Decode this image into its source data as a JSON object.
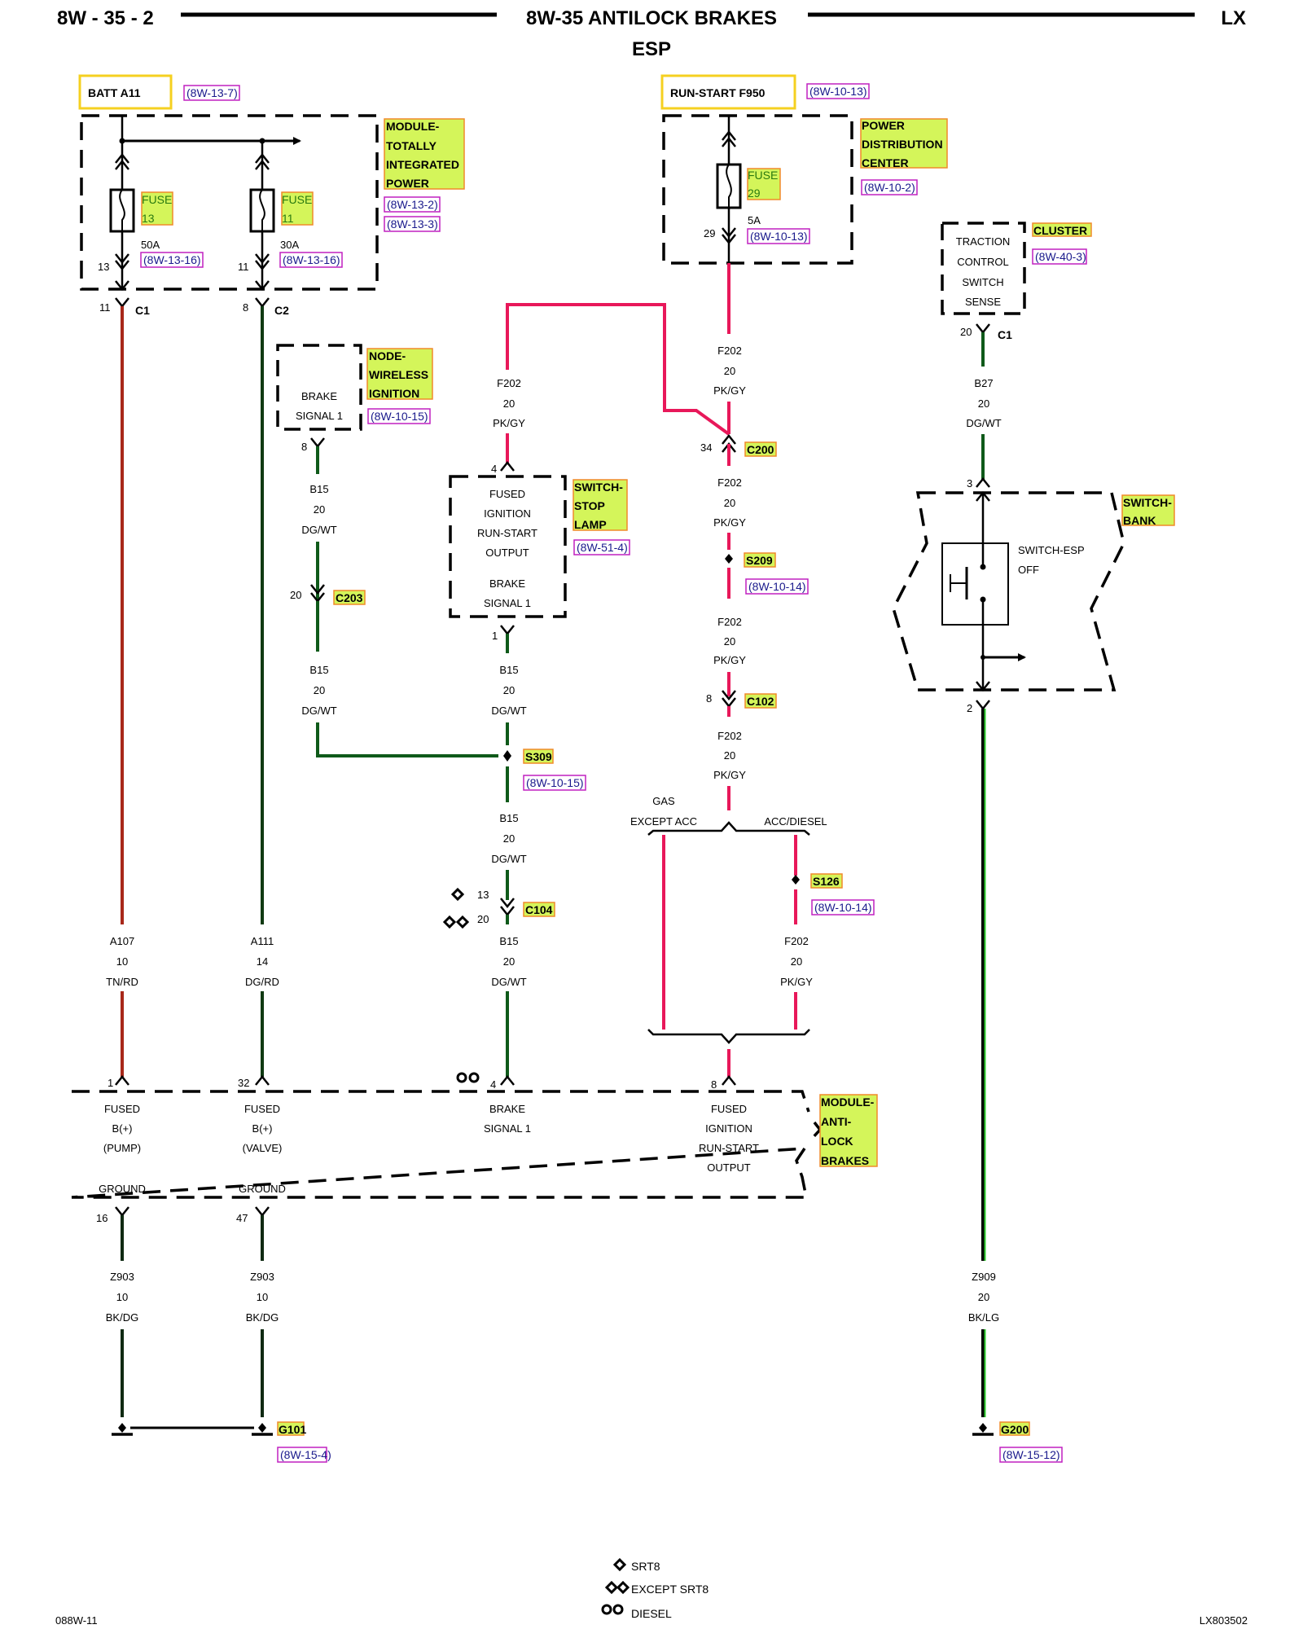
{
  "header": {
    "page_number": "8W - 35 - 2",
    "title": "8W-35 ANTILOCK BRAKES",
    "subtitle": "ESP",
    "vehicle": "LX"
  },
  "colors": {
    "wire_pink": "#e8185a",
    "wire_dark_green": "#0f5a1a",
    "wire_green_bright": "#2ecc2e",
    "wire_tan_red": "#a8281a",
    "component_fill": "#d4f55a",
    "component_border": "#f08a2a",
    "power_box_border": "#f5d020",
    "ref_border": "#c020c0",
    "ref_text": "#1a1a8c"
  },
  "sources": {
    "batt": {
      "label": "BATT A11",
      "ref": "(8W-13-7)"
    },
    "run_start": {
      "label": "RUN-START F950",
      "ref": "(8W-10-13)"
    }
  },
  "components": {
    "tipm": {
      "name_lines": [
        "MODULE-",
        "TOTALLY",
        "INTEGRATED",
        "POWER"
      ],
      "refs": [
        "(8W-13-2)",
        "(8W-13-3)"
      ]
    },
    "pdc": {
      "name_lines": [
        "POWER",
        "DISTRIBUTION",
        "CENTER"
      ],
      "refs": [
        "(8W-10-2)"
      ]
    },
    "cluster": {
      "name": "CLUSTER",
      "ref": "(8W-40-3)",
      "body_lines": [
        "TRACTION",
        "CONTROL",
        "SWITCH",
        "SENSE"
      ]
    },
    "wireless_node": {
      "name_lines": [
        "NODE-",
        "WIRELESS",
        "IGNITION"
      ],
      "ref": "(8W-10-15)",
      "body_lines": [
        "BRAKE",
        "SIGNAL 1"
      ]
    },
    "stop_lamp_switch": {
      "name_lines": [
        "SWITCH-",
        "STOP",
        "LAMP"
      ],
      "ref": "(8W-51-4)",
      "body_lines": [
        "FUSED",
        "IGNITION",
        "RUN-START",
        "OUTPUT",
        "BRAKE",
        "SIGNAL 1"
      ]
    },
    "switch_bank": {
      "name_lines": [
        "SWITCH-",
        "BANK"
      ],
      "switch_label_lines": [
        "SWITCH-ESP",
        "OFF"
      ]
    },
    "abs_module": {
      "name_lines": [
        "MODULE-",
        "ANTI-",
        "LOCK",
        "BRAKES"
      ],
      "pins": [
        {
          "lines": [
            "FUSED",
            "B(+)",
            "(PUMP)"
          ],
          "pin_top": "1",
          "ground": "GROUND",
          "pin_bottom": "16"
        },
        {
          "lines": [
            "FUSED",
            "B(+)",
            "(VALVE)"
          ],
          "pin_top": "32",
          "ground": "GROUND",
          "pin_bottom": "47"
        },
        {
          "lines": [
            "BRAKE",
            "SIGNAL 1"
          ],
          "pin_top": "4"
        },
        {
          "lines": [
            "FUSED",
            "IGNITION",
            "RUN-START",
            "OUTPUT"
          ],
          "pin_top": "8"
        }
      ]
    }
  },
  "fuses": [
    {
      "label": "FUSE",
      "number": "13",
      "rating": "50A",
      "ref": "(8W-13-16)",
      "pin": "13"
    },
    {
      "label": "FUSE",
      "number": "11",
      "rating": "30A",
      "ref": "(8W-13-16)",
      "pin": "11"
    },
    {
      "label": "FUSE",
      "number": "29",
      "rating": "5A",
      "ref": "(8W-10-13)",
      "pin": "29"
    }
  ],
  "connectors": {
    "c1_left": {
      "pin": "11",
      "name": "C1"
    },
    "c2": {
      "pin": "8",
      "name": "C2"
    },
    "c1_cluster": {
      "pin": "20",
      "name": "C1"
    },
    "node_pin": {
      "pin": "8"
    },
    "c203": {
      "pin": "20",
      "name": "C203"
    },
    "stop_pin_top": {
      "pin": "4"
    },
    "stop_pin_bottom": {
      "pin": "1"
    },
    "c200": {
      "pin": "34",
      "name": "C200"
    },
    "c102": {
      "pin": "8",
      "name": "C102"
    },
    "c104": {
      "pin_a": "13",
      "pin_b": "20",
      "name": "C104"
    },
    "switch_pin_top": {
      "pin": "3"
    },
    "switch_pin_bottom": {
      "pin": "2"
    }
  },
  "splices": {
    "s309": {
      "name": "S309",
      "ref": "(8W-10-15)"
    },
    "s209": {
      "name": "S209",
      "ref": "(8W-10-14)"
    },
    "s126": {
      "name": "S126",
      "ref": "(8W-10-14)"
    }
  },
  "grounds": {
    "g101": {
      "name": "G101",
      "ref": "(8W-15-4)"
    },
    "g200": {
      "name": "G200",
      "ref": "(8W-15-12)"
    }
  },
  "wires": {
    "a107": {
      "circuit": "A107",
      "gauge": "10",
      "color": "TN/RD"
    },
    "a111": {
      "circuit": "A111",
      "gauge": "14",
      "color": "DG/RD"
    },
    "b15_node": {
      "circuit": "B15",
      "gauge": "20",
      "color": "DG/WT"
    },
    "b15_node2": {
      "circuit": "B15",
      "gauge": "20",
      "color": "DG/WT"
    },
    "f202_stop": {
      "circuit": "F202",
      "gauge": "20",
      "color": "PK/GY"
    },
    "b15_stop": {
      "circuit": "B15",
      "gauge": "20",
      "color": "DG/WT"
    },
    "b15_s309": {
      "circuit": "B15",
      "gauge": "20",
      "color": "DG/WT"
    },
    "b15_c104": {
      "circuit": "B15",
      "gauge": "20",
      "color": "DG/WT"
    },
    "f202_a": {
      "circuit": "F202",
      "gauge": "20",
      "color": "PK/GY"
    },
    "f202_b": {
      "circuit": "F202",
      "gauge": "20",
      "color": "PK/GY"
    },
    "f202_c": {
      "circuit": "F202",
      "gauge": "20",
      "color": "PK/GY"
    },
    "f202_d": {
      "circuit": "F202",
      "gauge": "20",
      "color": "PK/GY"
    },
    "f202_acc": {
      "circuit": "F202",
      "gauge": "20",
      "color": "PK/GY"
    },
    "b27": {
      "circuit": "B27",
      "gauge": "20",
      "color": "DG/WT"
    },
    "z903_a": {
      "circuit": "Z903",
      "gauge": "10",
      "color": "BK/DG"
    },
    "z903_b": {
      "circuit": "Z903",
      "gauge": "10",
      "color": "BK/DG"
    },
    "z909": {
      "circuit": "Z909",
      "gauge": "20",
      "color": "BK/LG"
    }
  },
  "branches": {
    "gas_lines": [
      "GAS",
      "EXCEPT ACC"
    ],
    "acc": "ACC/DIESEL"
  },
  "legend": [
    {
      "symbol": "single-diamond",
      "label": "SRT8"
    },
    {
      "symbol": "double-diamond",
      "label": "EXCEPT SRT8"
    },
    {
      "symbol": "double-circle",
      "label": "DIESEL"
    }
  ],
  "footer": {
    "left": "088W-11",
    "right": "LX803502"
  }
}
